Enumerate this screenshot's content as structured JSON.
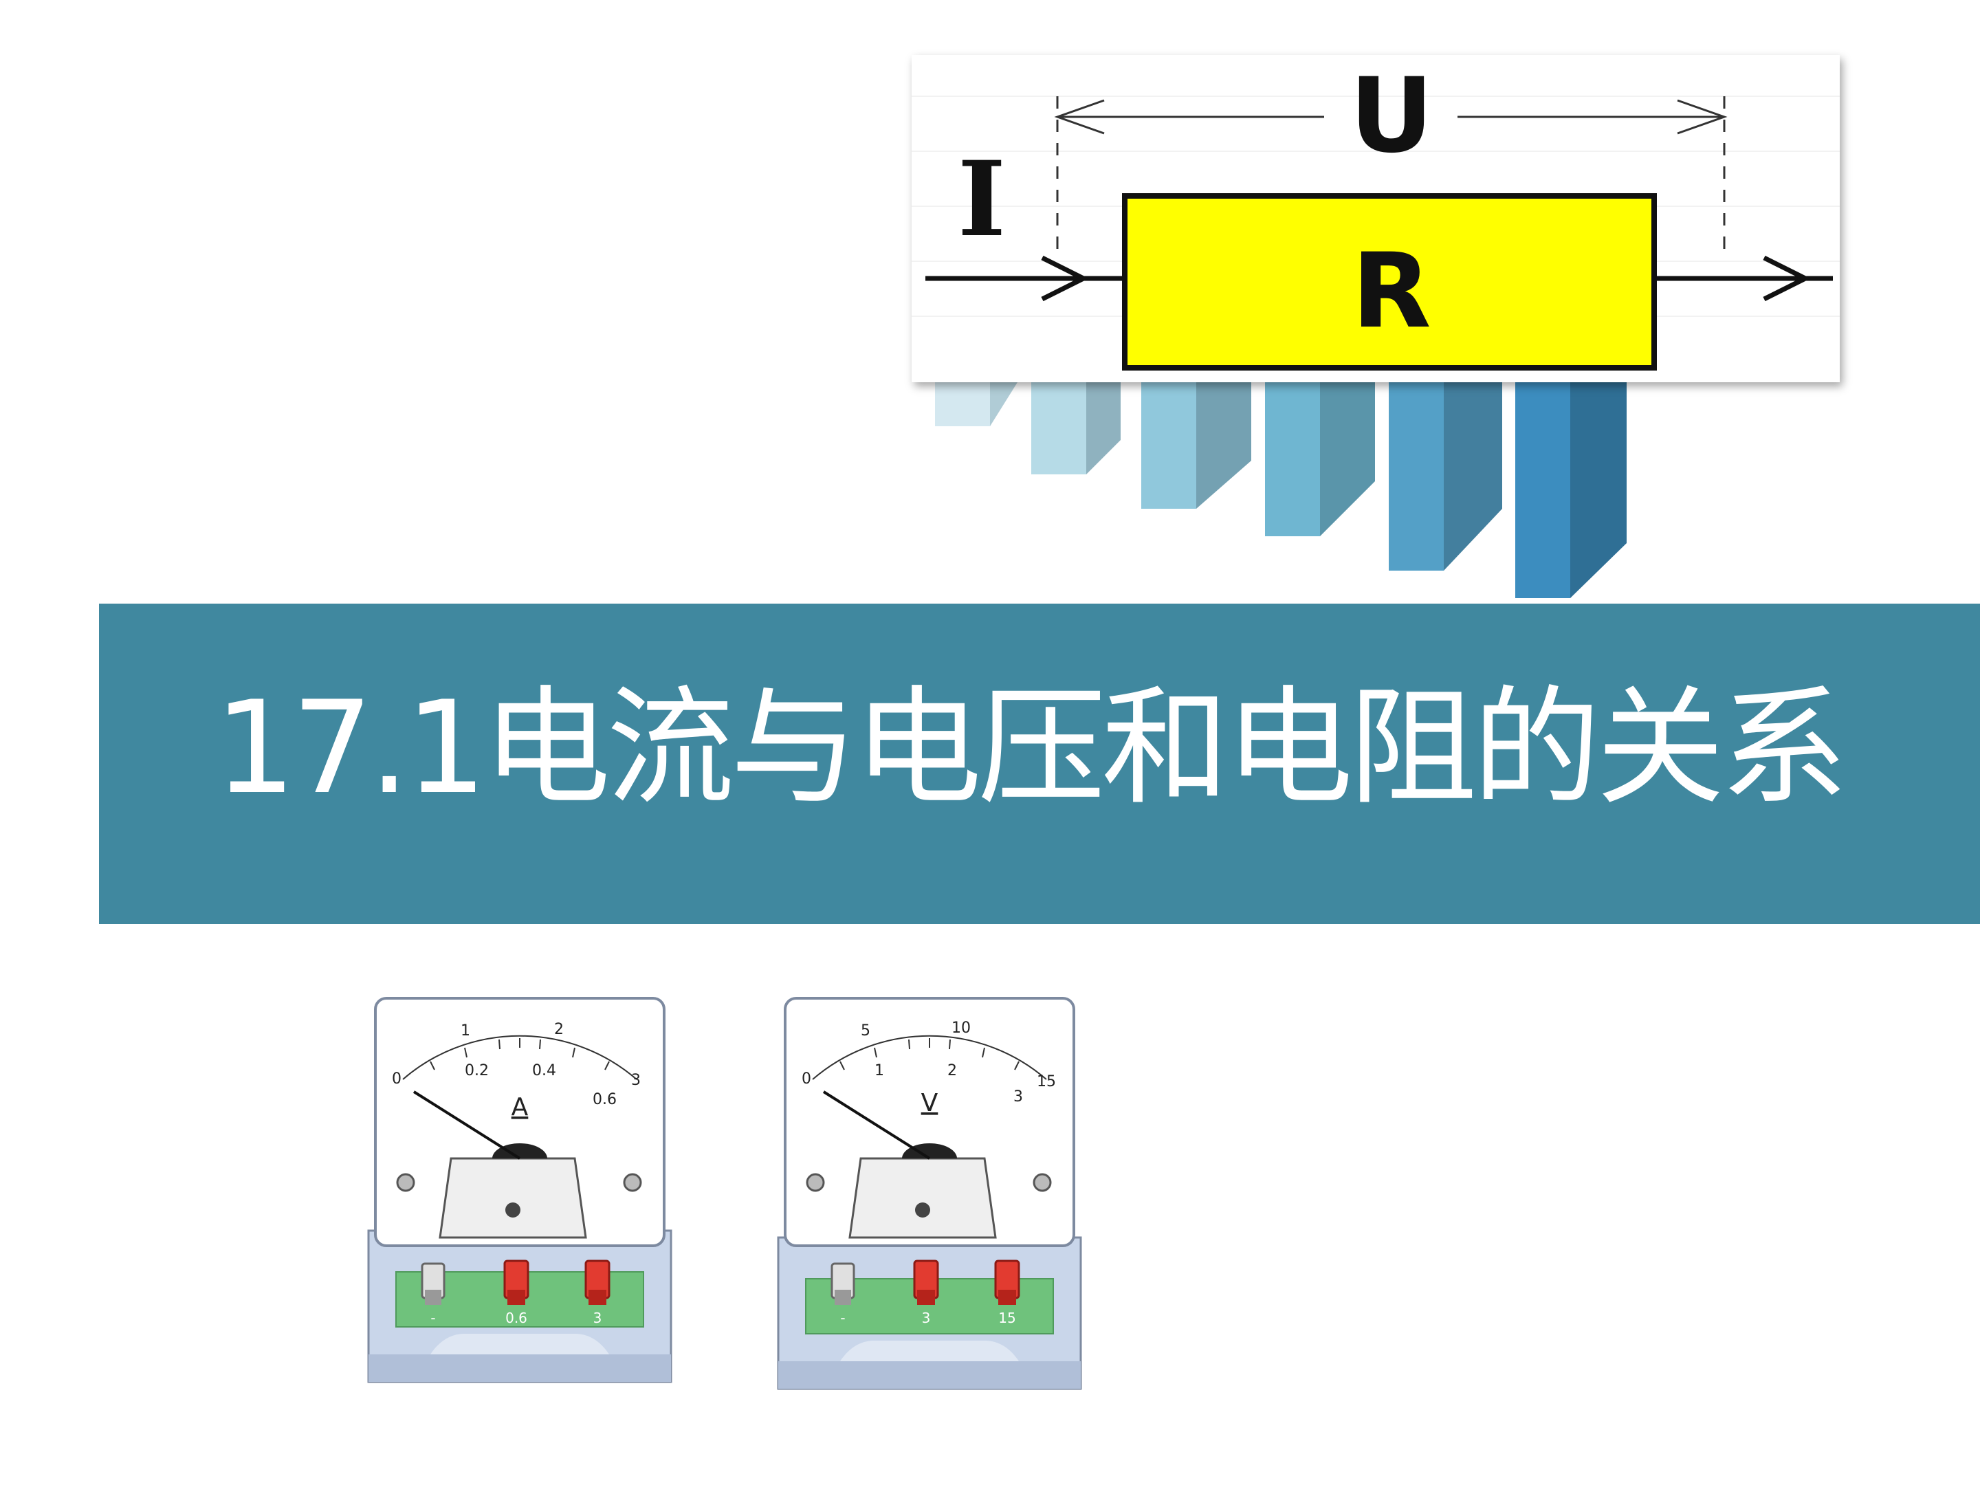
{
  "slide": {
    "title": "17.1电流与电压和电阻的关系",
    "colors": {
      "title_band": "#40889f",
      "title_text": "#ffffff",
      "resistor_fill": "#ffff00"
    }
  },
  "ohm_diagram": {
    "current_label": "I",
    "voltage_label": "U",
    "resistance_label": "R"
  },
  "ammeter": {
    "unit_label": "A",
    "upper_scale": [
      "0",
      "1",
      "2",
      "3"
    ],
    "lower_scale": [
      "0.2",
      "0.4",
      "0.6"
    ],
    "terminals": [
      "-",
      "0.6",
      "3"
    ]
  },
  "voltmeter": {
    "unit_label": "V",
    "upper_scale": [
      "0",
      "5",
      "10",
      "15"
    ],
    "lower_scale": [
      "1",
      "2",
      "3"
    ],
    "terminals": [
      "-",
      "3",
      "15"
    ]
  }
}
